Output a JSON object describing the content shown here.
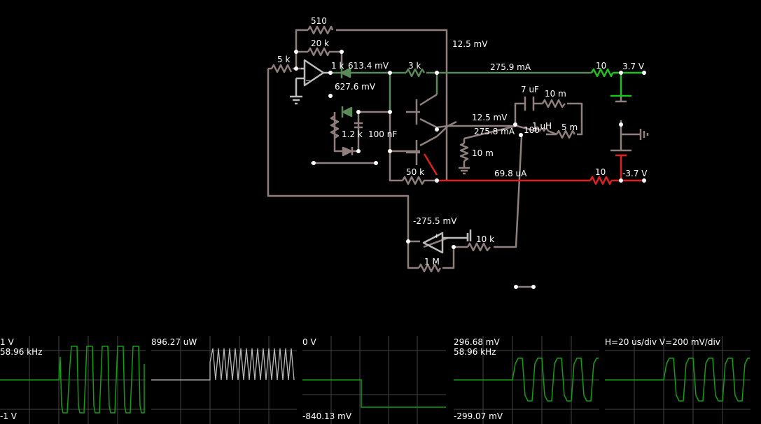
{
  "colors": {
    "wire": "#8f7f7f",
    "wire_green": "#5a8a5a",
    "wire_red": "#e02020",
    "bright_green": "#20c020",
    "node": "#ffffff",
    "scope_trace": "#10a010",
    "scope_grid": "#444444",
    "scope_power": "#bbbbbb"
  },
  "labels": {
    "r510": "510",
    "r20k": "20 k",
    "r5k": "5 k",
    "r1k": "1 k",
    "v613": "613.4 mV",
    "r3k": "3 k",
    "v627": "627.6 mV",
    "v12_top": "12.5 mV",
    "i275_9": "275.9 mA",
    "r10_top": "10",
    "v3_7": "3.7 V",
    "c7uf": "7 uF",
    "r10m_a": "10 m",
    "v12_mid": "12.5 mV",
    "l1uh": "1 uH",
    "r5m": "5 m",
    "i275_8": "275.8 mA",
    "pot100": "100",
    "r10m_b": "10 m",
    "r1_2k": "1.2 k",
    "c100nf": "100 nF",
    "r50k": "50 k",
    "i69_8": "69.8 uA",
    "r10_bot": "10",
    "vneg3_7": "-3.7 V",
    "vneg275": "-275.5 mV",
    "r10k": "10 k",
    "r1m": "1 M"
  },
  "scopes": [
    {
      "top_left": "1 V",
      "top_left2": "58.96 kHz",
      "bottom_left": "-1 V"
    },
    {
      "top_left": "896.27 uW"
    },
    {
      "top_left": "0 V",
      "bottom_left": "-840.13 mV"
    },
    {
      "top_left": "296.68 mV",
      "top_left2": "58.96 kHz",
      "bottom_left": "-299.07 mV"
    },
    {
      "top_left": "H=20 us/div V=200 mV/div"
    }
  ]
}
